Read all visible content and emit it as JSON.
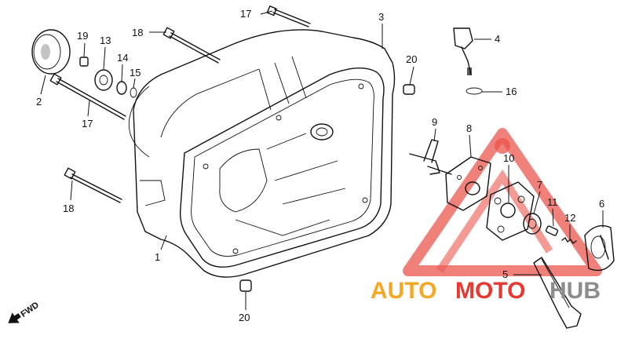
{
  "diagram": {
    "callouts": [
      {
        "id": "c1",
        "label": "1"
      },
      {
        "id": "c2",
        "label": "2"
      },
      {
        "id": "c3",
        "label": "3"
      },
      {
        "id": "c4",
        "label": "4"
      },
      {
        "id": "c5",
        "label": "5"
      },
      {
        "id": "c6",
        "label": "6"
      },
      {
        "id": "c7",
        "label": "7"
      },
      {
        "id": "c8",
        "label": "8"
      },
      {
        "id": "c9",
        "label": "9"
      },
      {
        "id": "c10",
        "label": "10"
      },
      {
        "id": "c11",
        "label": "11"
      },
      {
        "id": "c12",
        "label": "12"
      },
      {
        "id": "c13",
        "label": "13"
      },
      {
        "id": "c14",
        "label": "14"
      },
      {
        "id": "c15",
        "label": "15"
      },
      {
        "id": "c16",
        "label": "16"
      },
      {
        "id": "c17a",
        "label": "17"
      },
      {
        "id": "c17b",
        "label": "17"
      },
      {
        "id": "c18a",
        "label": "18"
      },
      {
        "id": "c18b",
        "label": "18"
      },
      {
        "id": "c19",
        "label": "19"
      },
      {
        "id": "c20a",
        "label": "20"
      },
      {
        "id": "c20b",
        "label": "20"
      }
    ],
    "fwd_label": "FWD"
  },
  "watermark": {
    "text_part1": "AUTO",
    "text_part2": "MOTO",
    "text_part3": "HUB",
    "color_orange": "#f5a623",
    "color_red": "#e8382f",
    "color_gray": "#8c8c8c"
  }
}
